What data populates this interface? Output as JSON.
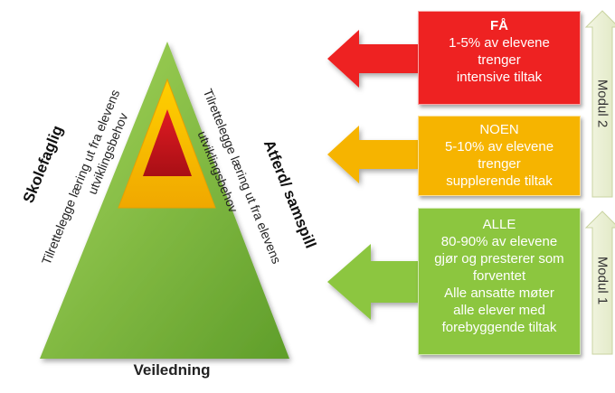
{
  "pyramid": {
    "base_label": "Veiledning",
    "left_title": "Skolefaglig",
    "left_text_1": "Tilrettelegge læring ut fra elevens",
    "left_text_2": "utviklingsbehov",
    "right_title": "Atferd/ samspill",
    "right_text_1": "Tilrettelegge læring ut fra elevens",
    "right_text_2": "utviklingsbehov",
    "colors": {
      "outer": "#8cc63f",
      "middle": "#f5b400",
      "inner": "#c8161d"
    }
  },
  "tiers": [
    {
      "title": "FÅ",
      "lines": [
        "1-5% av elevene",
        "trenger",
        "intensive tiltak"
      ],
      "color": "#ee2222"
    },
    {
      "title": "NOEN",
      "lines": [
        "5-10% av elevene",
        "trenger",
        "supplerende tiltak"
      ],
      "color": "#f6b400"
    },
    {
      "title": "ALLE",
      "lines": [
        "80-90% av elevene",
        "gjør og presterer som",
        "forventet",
        "Alle ansatte møter",
        "alle elever med",
        "forebyggende tiltak"
      ],
      "color": "#8cc63f"
    }
  ],
  "modules": {
    "modul2": "Modul 2",
    "modul1": "Modul 1"
  }
}
